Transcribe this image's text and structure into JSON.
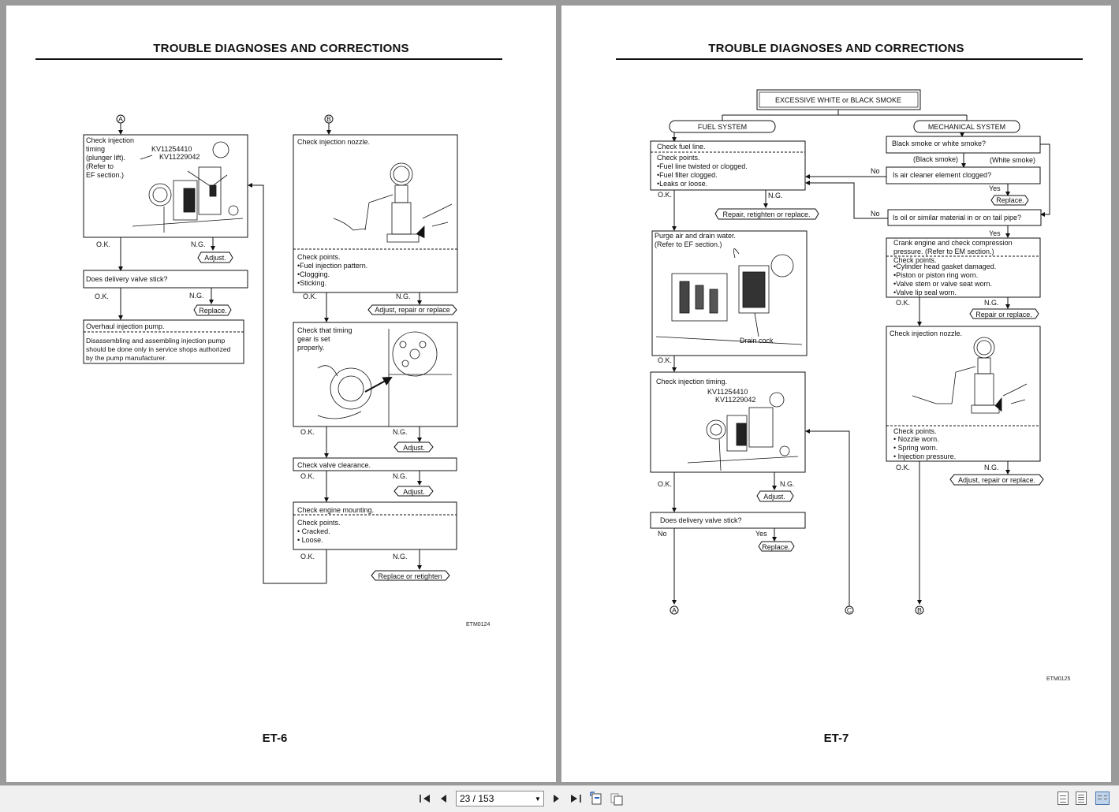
{
  "pages": {
    "left": {
      "header": "TROUBLE DIAGNOSES AND CORRECTIONS",
      "footer": "ET-6",
      "image_code": "ETM0124",
      "col_a": {
        "marker": "A",
        "timing_lines": [
          "Check injection",
          "timing",
          "(plunger lift).",
          "(Refer to",
          "EF section.)"
        ],
        "tool1": "KV11254410",
        "tool2": "KV11229042",
        "ok1": "O.K.",
        "ng1": "N.G.",
        "adjust1": "Adjust.",
        "delivery_q": "Does delivery valve stick?",
        "ok2": "O.K.",
        "ng2": "N.G.",
        "replace": "Replace.",
        "overhaul_title": "Overhaul injection pump.",
        "overhaul_lines": [
          "Disassembling and assembling injection pump",
          "should be done only in service shops authorized",
          "by the pump manufacturer."
        ]
      },
      "col_b": {
        "marker": "B",
        "nozzle_title": "Check injection nozzle.",
        "nozzle_points": [
          "Check points.",
          "•Fuel injection pattern.",
          "•Clogging.",
          "•Sticking."
        ],
        "ok1": "O.K.",
        "ng1": "N.G.",
        "adj_rep": "Adjust, repair or replace",
        "timing_gear_lines": [
          "Check that timing",
          "gear is set",
          "properly."
        ],
        "ok2": "O.K.",
        "ng2": "N.G.",
        "adjust2": "Adjust.",
        "valve": "Check valve clearance.",
        "ok3": "O.K.",
        "ng3": "N.G.",
        "adjust3": "Adjust.",
        "mount_title": "Check engine mounting.",
        "mount_points": [
          "Check points.",
          "• Cracked.",
          "• Loose."
        ],
        "ok4": "O.K.",
        "ng4": "N.G.",
        "replace_retighten": "Replace or retighten"
      }
    },
    "right": {
      "header": "TROUBLE DIAGNOSES AND CORRECTIONS",
      "footer": "ET-7",
      "image_code": "ETM0125",
      "top_box": "EXCESSIVE WHITE or BLACK SMOKE",
      "fuel": {
        "label": "FUEL SYSTEM",
        "fuel_line": "Check fuel line.",
        "points": [
          "Check points.",
          "•Fuel line twisted or clogged.",
          "•Fuel filter clogged.",
          "•Leaks or loose."
        ],
        "ok1": "O.K.",
        "ng1": "N.G.",
        "repair": "Repair, retighten or replace.",
        "purge_lines": [
          "Purge air and drain water.",
          "(Refer to EF section.)"
        ],
        "drain_cock": "Drain cock",
        "ok2": "O.K.",
        "timing": "Check injection timing.",
        "tool1": "KV11254410",
        "tool2": "KV11229042",
        "ok3": "O.K.",
        "ng3": "N.G.",
        "adjust": "Adjust.",
        "delivery_q": "Does delivery valve stick?",
        "no": "No",
        "yes": "Yes",
        "replace": "Replace."
      },
      "mech": {
        "label": "MECHANICAL SYSTEM",
        "smoke_q": "Black smoke or white smoke?",
        "black": "(Black smoke)",
        "white": "(White smoke)",
        "no1": "No",
        "air_q": "Is air cleaner element clogged?",
        "yes1": "Yes",
        "replace": "Replace.",
        "no2": "No",
        "oil_q": "Is oil or similar material in or on tail pipe?",
        "yes2": "Yes",
        "crank_lines": [
          "Crank engine and check compression",
          "pressure. (Refer to EM section.)"
        ],
        "crank_points": [
          "Check points.",
          "•Cylinder head gasket damaged.",
          "•Piston or piston ring worn.",
          "•Valve stem or valve seat worn.",
          "•Valve lip seal worn."
        ],
        "ok1": "O.K.",
        "ng1": "N.G.",
        "repair_replace": "Repair or replace.",
        "nozzle": "Check injection nozzle.",
        "nozzle_points": [
          "Check points.",
          "• Nozzle worn.",
          "• Spring worn.",
          "• Injection pressure."
        ],
        "ok2": "O.K.",
        "ng2": "N.G.",
        "adj_rep": "Adjust, repair or replace."
      },
      "markers": [
        "A",
        "C",
        "B"
      ]
    }
  },
  "toolbar": {
    "page_indicator": "23 / 153",
    "first_icon": "first-page-icon",
    "prev_icon": "previous-page-icon",
    "next_icon": "next-page-icon",
    "last_icon": "last-page-icon"
  }
}
